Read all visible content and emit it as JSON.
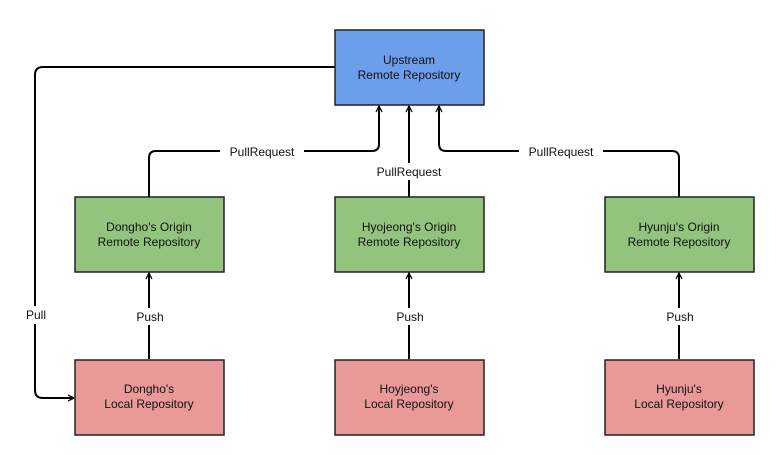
{
  "colors": {
    "upstream": "#6d9eeb",
    "origin": "#93c47d",
    "local": "#ea9999",
    "edge": "#000000"
  },
  "nodes": {
    "upstream": {
      "line1": "Upstream",
      "line2": "Remote Repository"
    },
    "dongho_origin": {
      "line1": "Dongho's Origin",
      "line2": "Remote Repository"
    },
    "hyojeong_origin": {
      "line1": "Hyojeong's Origin",
      "line2": "Remote Repository"
    },
    "hyunju_origin": {
      "line1": "Hyunju's Origin",
      "line2": "Remote Repository"
    },
    "dongho_local": {
      "line1": "Dongho's",
      "line2": "Local Repository"
    },
    "hoyjeong_local": {
      "line1": "Hoyjeong's",
      "line2": "Local Repository"
    },
    "hyunju_local": {
      "line1": "Hyunju's",
      "line2": "Local Repository"
    }
  },
  "edges": {
    "pull": "Pull",
    "pull_request_dongho": "PullRequest",
    "pull_request_hyojeong": "PullRequest",
    "pull_request_hyunju": "PullRequest",
    "push_dongho": "Push",
    "push_hyojeong": "Push",
    "push_hyunju": "Push"
  }
}
